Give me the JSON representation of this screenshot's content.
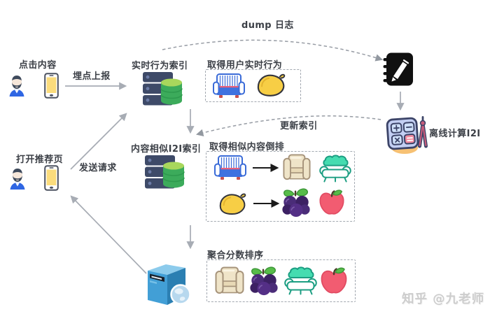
{
  "labels": {
    "click_content": "点击内容",
    "track_report": "埋点上报",
    "realtime_index": "实时行为索引",
    "get_user_realtime": "取得用户实时行为",
    "dump_log": "dump 日志",
    "offline_compute": "离线计算I2I",
    "update_index": "更新索引",
    "content_similar_index": "内容相似I2I索引",
    "get_similar_inverted": "取得相似内容倒排",
    "open_rec_page": "打开推荐页",
    "send_request": "发送请求",
    "aggregate_sort": "聚合分数排序"
  },
  "watermark": "知乎 @九老师",
  "nodes": [
    "user-click",
    "phone-click",
    "realtime-behavior-index",
    "user-realtime-behavior-box",
    "behavior-log-notebook",
    "offline-compute-i2i-calculator",
    "content-similar-i2i-index",
    "similar-content-inverted-box",
    "user-open-page",
    "phone-open-page",
    "recommendation-server",
    "aggregate-score-box"
  ],
  "edges": [
    {
      "from": "phone-click",
      "to": "realtime-behavior-index",
      "label": "埋点上报",
      "style": "solid"
    },
    {
      "from": "realtime-behavior-index",
      "to": "behavior-log-notebook",
      "label": "dump 日志",
      "style": "dashed-curve"
    },
    {
      "from": "behavior-log-notebook",
      "to": "offline-compute-i2i-calculator",
      "label": "",
      "style": "solid"
    },
    {
      "from": "offline-compute-i2i-calculator",
      "to": "content-similar-i2i-index",
      "label": "更新索引",
      "style": "dashed-curve"
    },
    {
      "from": "realtime-behavior-index",
      "to": "content-similar-i2i-index",
      "label": "",
      "style": "solid"
    },
    {
      "from": "phone-open-page",
      "to": "realtime-behavior-index",
      "label": "发送请求",
      "style": "solid"
    },
    {
      "from": "similar-content-inverted-box",
      "to": "recommendation-server",
      "label": "",
      "style": "solid"
    },
    {
      "from": "recommendation-server",
      "to": "phone-open-page",
      "label": "",
      "style": "solid"
    },
    {
      "from": "sofa",
      "to": [
        "armchair",
        "couch"
      ],
      "style": "black"
    },
    {
      "from": "mango",
      "to": [
        "grapes",
        "apple"
      ],
      "style": "black"
    }
  ],
  "icons": [
    "user-icon",
    "phone-icon",
    "database-icon",
    "sofa-icon",
    "mango-icon",
    "notebook-icon",
    "calculator-icon",
    "armchair-icon",
    "couch-icon",
    "grapes-icon",
    "apple-icon",
    "server-icon"
  ],
  "colors": {
    "text": "#3b3f46",
    "arrow_gray": "#a7acb4",
    "dash_gray": "#979ca4",
    "black_arrow": "#1b1b1b",
    "watermark": "#cdcdcd",
    "db_navy": "#3e4a68",
    "db_green": "#3cab5b",
    "person_blue": "#2f66e3",
    "phone_screen": "#fbdc7c",
    "sofa_blue": "#3e72e0",
    "mango_yellow": "#f7ce45",
    "armchair_beige": "#efe4c8",
    "couch_teal": "#1c9e82",
    "couch_mint": "#45dcb0",
    "grapes_purple": "#4a2c78",
    "apple_red": "#f25c71",
    "notebook_black": "#101010",
    "calc_body": "#c3cff3",
    "calc_pink": "#f28ca0",
    "compass_pink": "#c75b7a",
    "calc_blob_orange": "#f7c173",
    "server_blue": "#429fd6"
  }
}
